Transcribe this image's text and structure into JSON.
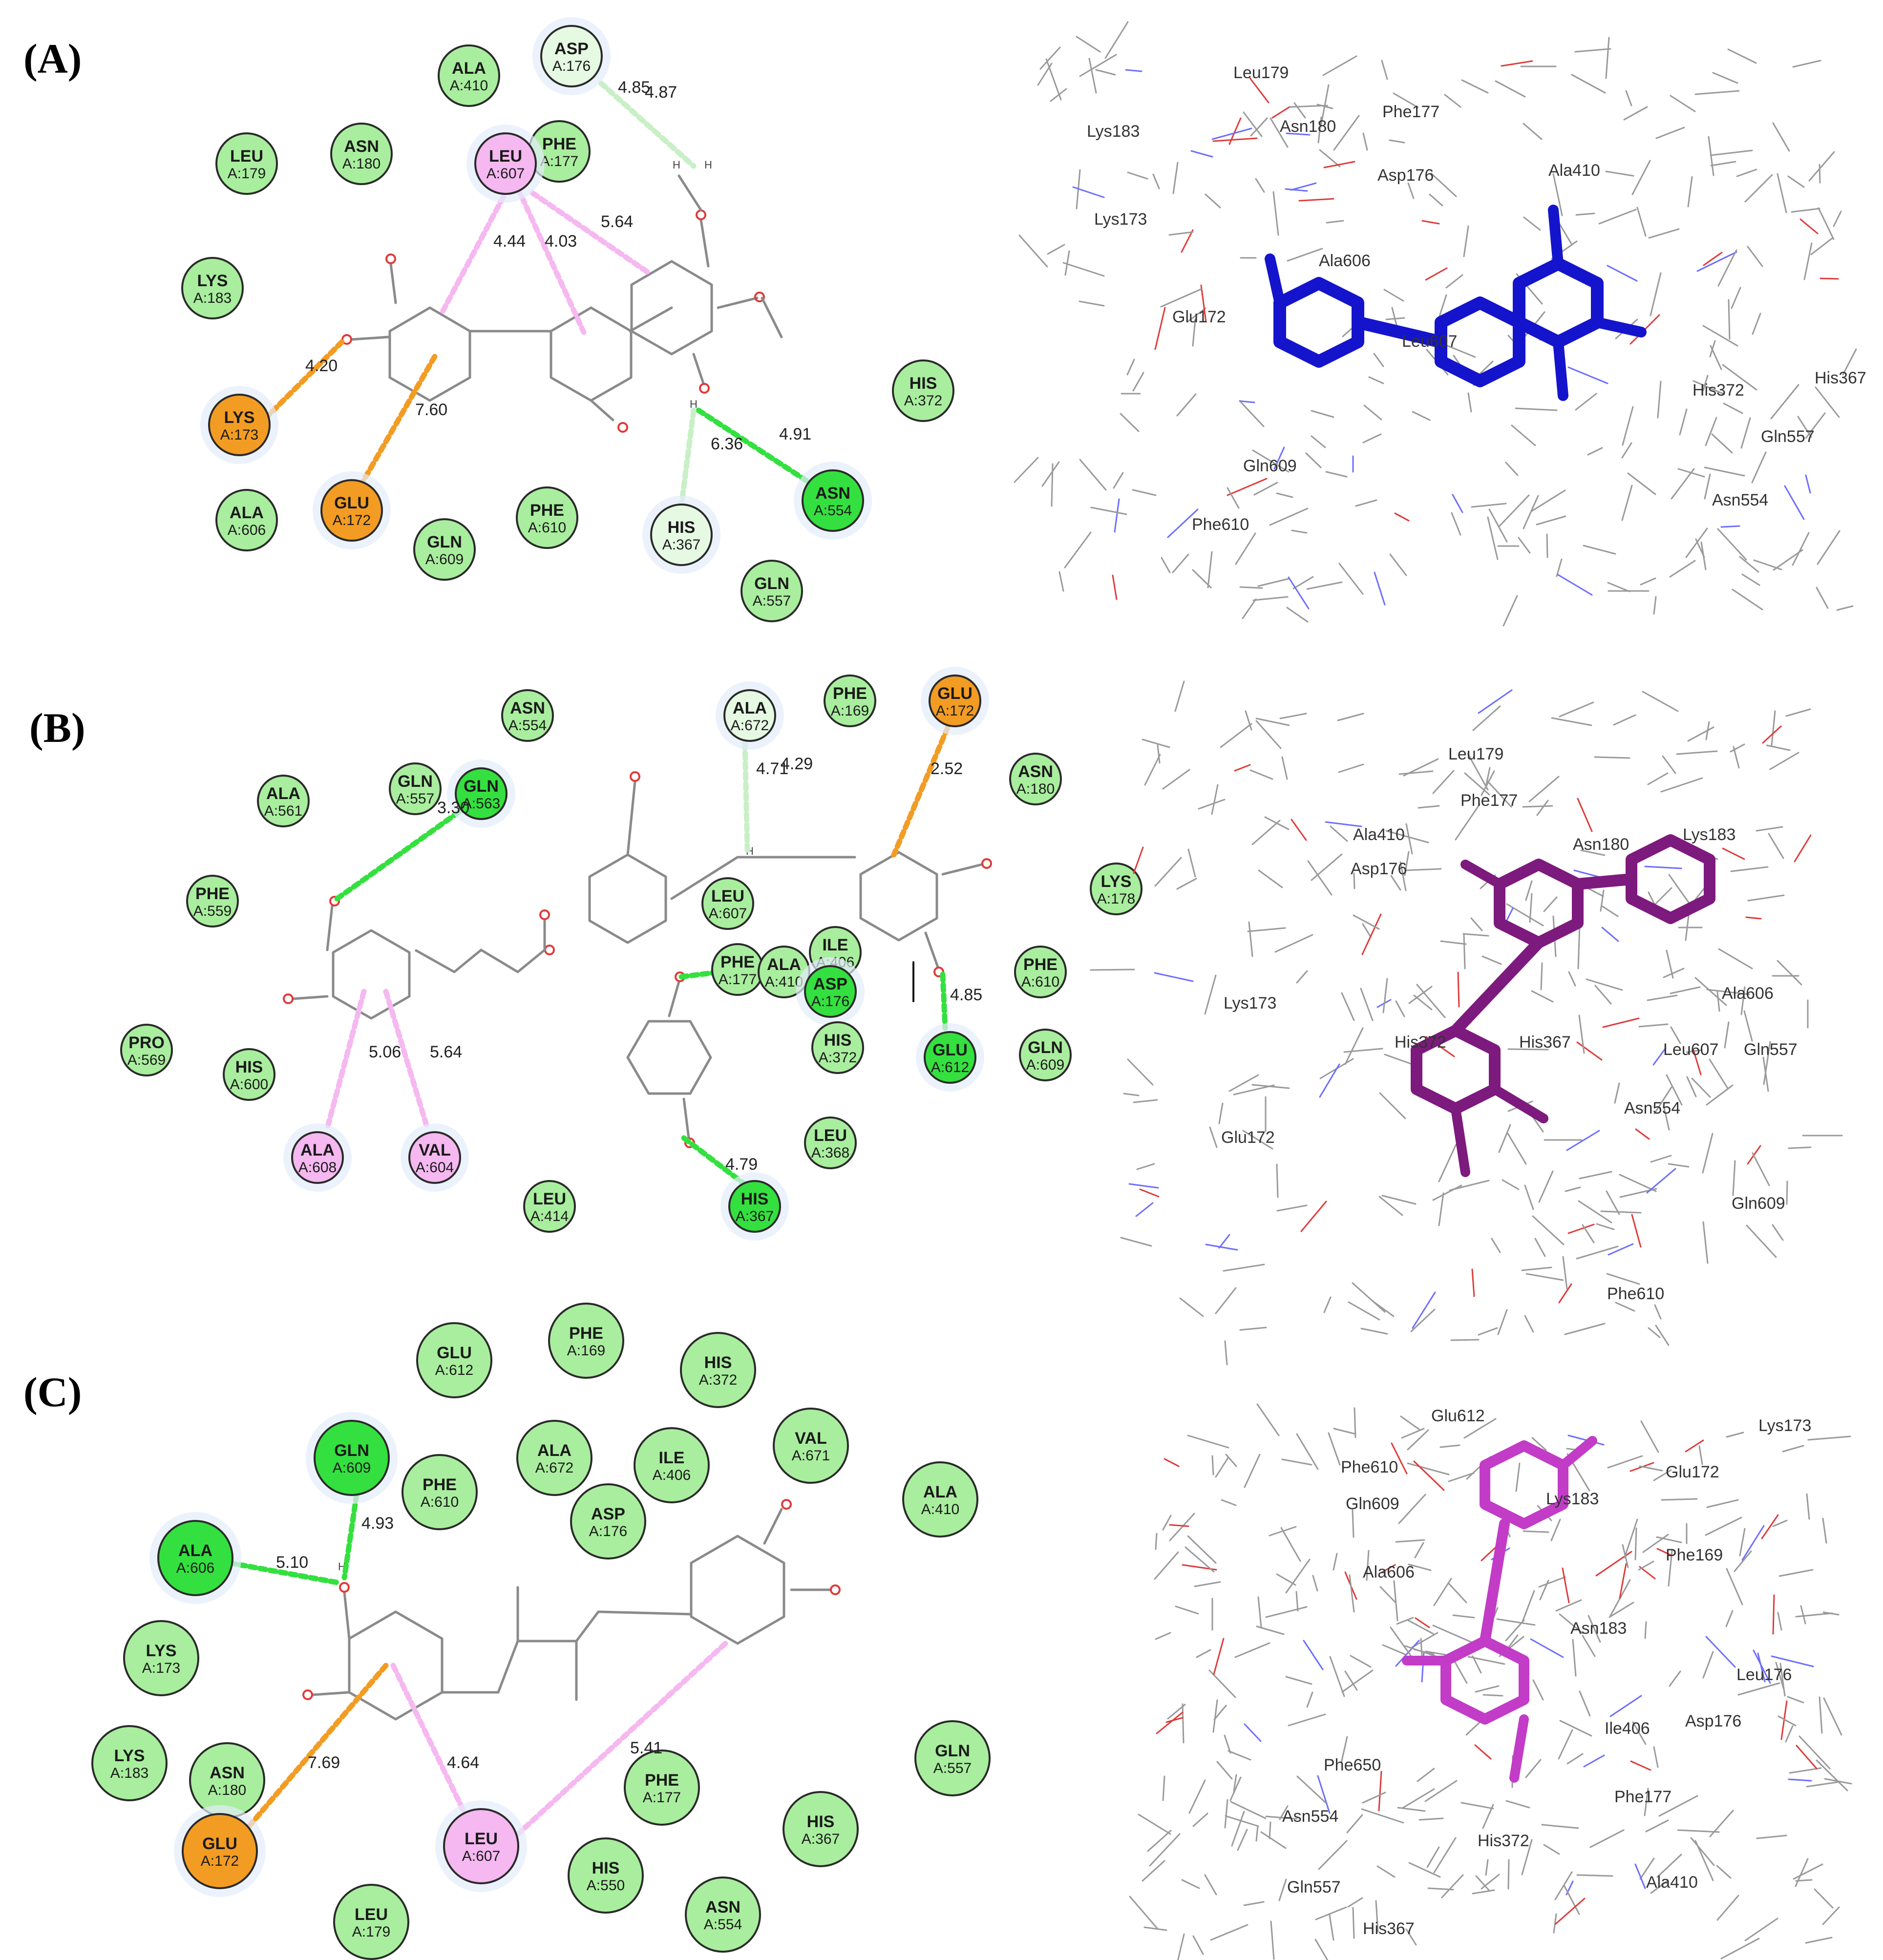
{
  "colors": {
    "vdw": "#a9ee9e",
    "hbond": "#34e03f",
    "carbon_hbond": "#e6f9e3",
    "pi_alkyl": "#f5b8f0",
    "pi_cation_anion": "#f39c23",
    "bond": "#8a8a8a",
    "oxygen": "#e03a3a",
    "nitrogen": "#6d6dff",
    "ligand_A": "#1414cc",
    "ligand_B": "#7d1a7d",
    "ligand_C": "#c23cc7"
  },
  "panels": [
    {
      "label": "(A)",
      "residues": [
        {
          "name": "ALA",
          "id": "A:410",
          "type": "vdw"
        },
        {
          "name": "ASP",
          "id": "A:176",
          "type": "carbon_hbond"
        },
        {
          "name": "LEU",
          "id": "A:179",
          "type": "vdw"
        },
        {
          "name": "ASN",
          "id": "A:180",
          "type": "vdw"
        },
        {
          "name": "PHE",
          "id": "A:177",
          "type": "vdw"
        },
        {
          "name": "LEU",
          "id": "A:607",
          "type": "pi_alkyl"
        },
        {
          "name": "LYS",
          "id": "A:183",
          "type": "vdw"
        },
        {
          "name": "HIS",
          "id": "A:372",
          "type": "vdw"
        },
        {
          "name": "LYS",
          "id": "A:173",
          "type": "pi_cation_anion"
        },
        {
          "name": "ASN",
          "id": "A:554",
          "type": "hbond"
        },
        {
          "name": "ALA",
          "id": "A:606",
          "type": "vdw"
        },
        {
          "name": "GLU",
          "id": "A:172",
          "type": "pi_cation_anion"
        },
        {
          "name": "PHE",
          "id": "A:610",
          "type": "vdw"
        },
        {
          "name": "HIS",
          "id": "A:367",
          "type": "carbon_hbond"
        },
        {
          "name": "GLN",
          "id": "A:609",
          "type": "vdw"
        },
        {
          "name": "GLN",
          "id": "A:557",
          "type": "vdw"
        }
      ],
      "distances": [
        "4.85",
        "4.87",
        "4.44",
        "4.03",
        "5.64",
        "4.20",
        "7.60",
        "6.36",
        "4.91"
      ],
      "labels_3d": [
        "Lys183",
        "Leu179",
        "Asn180",
        "Phe177",
        "Asp176",
        "Ala410",
        "Lys173",
        "Ala606",
        "Glu172",
        "Leu607",
        "His372",
        "His367",
        "Gln557",
        "Gln609",
        "Asn554",
        "Phe610"
      ]
    },
    {
      "label": "(B)",
      "residues": [
        {
          "name": "ASN",
          "id": "A:554",
          "type": "vdw"
        },
        {
          "name": "ALA",
          "id": "A:672",
          "type": "carbon_hbond"
        },
        {
          "name": "PHE",
          "id": "A:169",
          "type": "vdw"
        },
        {
          "name": "GLU",
          "id": "A:172",
          "type": "pi_cation_anion"
        },
        {
          "name": "GLN",
          "id": "A:557",
          "type": "vdw"
        },
        {
          "name": "GLN",
          "id": "A:563",
          "type": "hbond"
        },
        {
          "name": "ALA",
          "id": "A:561",
          "type": "vdw"
        },
        {
          "name": "ASN",
          "id": "A:180",
          "type": "vdw"
        },
        {
          "name": "PHE",
          "id": "A:559",
          "type": "vdw"
        },
        {
          "name": "LYS",
          "id": "A:178",
          "type": "vdw"
        },
        {
          "name": "LEU",
          "id": "A:607",
          "type": "vdw"
        },
        {
          "name": "PHE",
          "id": "A:177",
          "type": "vdw"
        },
        {
          "name": "ALA",
          "id": "A:410",
          "type": "vdw"
        },
        {
          "name": "ILE",
          "id": "A:406",
          "type": "vdw"
        },
        {
          "name": "ASP",
          "id": "A:176",
          "type": "hbond"
        },
        {
          "name": "PHE",
          "id": "A:610",
          "type": "vdw"
        },
        {
          "name": "PRO",
          "id": "A:569",
          "type": "vdw"
        },
        {
          "name": "HIS",
          "id": "A:600",
          "type": "vdw"
        },
        {
          "name": "HIS",
          "id": "A:372",
          "type": "vdw"
        },
        {
          "name": "GLU",
          "id": "A:612",
          "type": "hbond"
        },
        {
          "name": "GLN",
          "id": "A:609",
          "type": "vdw"
        },
        {
          "name": "ALA",
          "id": "A:608",
          "type": "pi_alkyl"
        },
        {
          "name": "VAL",
          "id": "A:604",
          "type": "pi_alkyl"
        },
        {
          "name": "LEU",
          "id": "A:368",
          "type": "vdw"
        },
        {
          "name": "LEU",
          "id": "A:414",
          "type": "vdw"
        },
        {
          "name": "HIS",
          "id": "A:367",
          "type": "hbond"
        }
      ],
      "distances": [
        "4.71",
        "4.29",
        "2.52",
        "3.30",
        "4.85",
        "5.06",
        "5.64",
        "4.79"
      ],
      "labels_3d": [
        "Leu179",
        "Phe177",
        "Ala410",
        "Asp176",
        "Asn180",
        "Lys183",
        "Lys173",
        "His367",
        "Ala606",
        "Leu607",
        "Gln557",
        "His372",
        "Asn554",
        "Glu172",
        "Gln609",
        "Phe610"
      ]
    },
    {
      "label": "(C)",
      "residues": [
        {
          "name": "GLU",
          "id": "A:612",
          "type": "vdw"
        },
        {
          "name": "PHE",
          "id": "A:169",
          "type": "vdw"
        },
        {
          "name": "HIS",
          "id": "A:372",
          "type": "vdw"
        },
        {
          "name": "GLN",
          "id": "A:609",
          "type": "hbond"
        },
        {
          "name": "PHE",
          "id": "A:610",
          "type": "vdw"
        },
        {
          "name": "ALA",
          "id": "A:672",
          "type": "vdw"
        },
        {
          "name": "ILE",
          "id": "A:406",
          "type": "vdw"
        },
        {
          "name": "VAL",
          "id": "A:671",
          "type": "vdw"
        },
        {
          "name": "ASP",
          "id": "A:176",
          "type": "vdw"
        },
        {
          "name": "ALA",
          "id": "A:410",
          "type": "vdw"
        },
        {
          "name": "ALA",
          "id": "A:606",
          "type": "hbond"
        },
        {
          "name": "LYS",
          "id": "A:173",
          "type": "vdw"
        },
        {
          "name": "LYS",
          "id": "A:183",
          "type": "vdw"
        },
        {
          "name": "ASN",
          "id": "A:180",
          "type": "vdw"
        },
        {
          "name": "GLN",
          "id": "A:557",
          "type": "vdw"
        },
        {
          "name": "PHE",
          "id": "A:177",
          "type": "vdw"
        },
        {
          "name": "GLU",
          "id": "A:172",
          "type": "pi_cation_anion"
        },
        {
          "name": "HIS",
          "id": "A:367",
          "type": "vdw"
        },
        {
          "name": "LEU",
          "id": "A:607",
          "type": "pi_alkyl"
        },
        {
          "name": "HIS",
          "id": "A:550",
          "type": "vdw"
        },
        {
          "name": "LEU",
          "id": "A:179",
          "type": "vdw"
        },
        {
          "name": "ASN",
          "id": "A:554",
          "type": "vdw"
        }
      ],
      "distances": [
        "4.93",
        "5.10",
        "7.69",
        "4.64",
        "5.41"
      ],
      "labels_3d": [
        "Glu612",
        "Lys173",
        "Phe610",
        "Gln609",
        "Glu172",
        "Lys183",
        "Phe169",
        "Ala606",
        "Leu176",
        "Asn183",
        "Ile406",
        "Asp176",
        "Phe650",
        "Asn554",
        "Phe177",
        "His372",
        "Gln557",
        "Ala410",
        "His367"
      ]
    }
  ]
}
